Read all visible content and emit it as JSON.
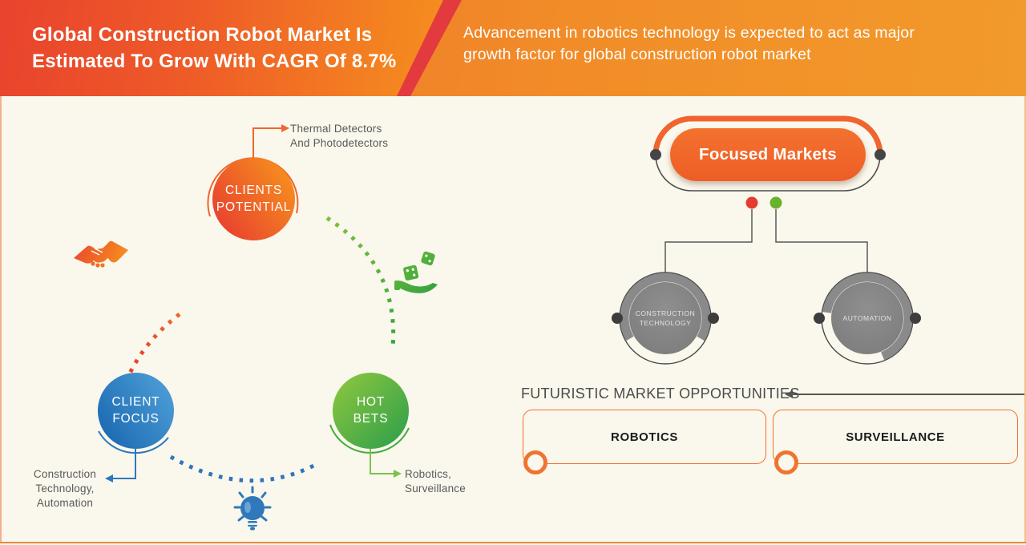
{
  "header": {
    "title": "Global Construction Robot Market Is\nEstimated To Grow With CAGR Of 8.7%",
    "subtitle": "Advancement in robotics technology is expected to act as major\ngrowth factor for global construction robot market"
  },
  "cycle": {
    "clients_potential": {
      "label": "CLIENTS\nPOTENTIAL",
      "annotation": "Thermal Detectors\nAnd Photodetectors",
      "color": "#f2652d"
    },
    "client_focus": {
      "label": "CLIENT\nFOCUS",
      "annotation": "Construction\nTechnology,\nAutomation",
      "color": "#2e78bb"
    },
    "hot_bets": {
      "label": "HOT\nBETS",
      "annotation": "Robotics,\nSurveillance",
      "color": "#44ad3a"
    },
    "icons": {
      "upper_left": "handshake-icon",
      "upper_right": "dice-in-hand-icon",
      "bottom": "lightbulb-icon"
    }
  },
  "focused_markets": {
    "title": "Focused Markets",
    "legend_dot_colors": [
      "#e63c30",
      "#69b22d"
    ],
    "branches": [
      {
        "label": "CONSTRUCTION\nTECHNOLOGY"
      },
      {
        "label": "AUTOMATION"
      }
    ]
  },
  "opportunities": {
    "title": "FUTURISTIC MARKET OPPORTUNITIES",
    "items": [
      {
        "label": "ROBOTICS"
      },
      {
        "label": "SURVEILLANCE"
      }
    ]
  },
  "colors": {
    "header_gradient_start": "#e9432d",
    "header_gradient_end": "#f6921e",
    "header_right_band": "#f0812a",
    "divider_stripe": "#e23a3e",
    "background": "#faf7ec",
    "accent_orange": "#f0652f",
    "accent_blue": "#2e78bb",
    "accent_green": "#44ad3a",
    "branch_gray": "#828282",
    "text_gray": "#58595b",
    "bottom_line": "#e68a40"
  }
}
